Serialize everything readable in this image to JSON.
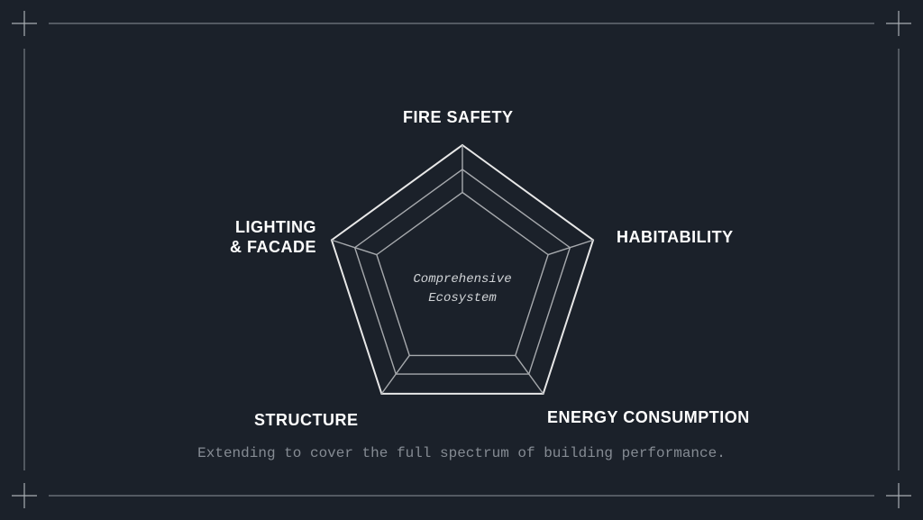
{
  "diagram": {
    "center_label_line1": "Comprehensive",
    "center_label_line2": "Ecosystem",
    "axes": [
      "FIRE SAFETY",
      "HABITABILITY",
      "ENERGY CONSUMPTION",
      "STRUCTURE",
      "LIGHTING & FACADE"
    ],
    "lighting_line1": "LIGHTING",
    "lighting_line2": "& FACADE",
    "rings": 3
  },
  "caption": "Extending to cover the full spectrum of building performance.",
  "colors": {
    "background": "#1b212a",
    "line": "#e6e6e6",
    "frame": "#6e747c"
  }
}
